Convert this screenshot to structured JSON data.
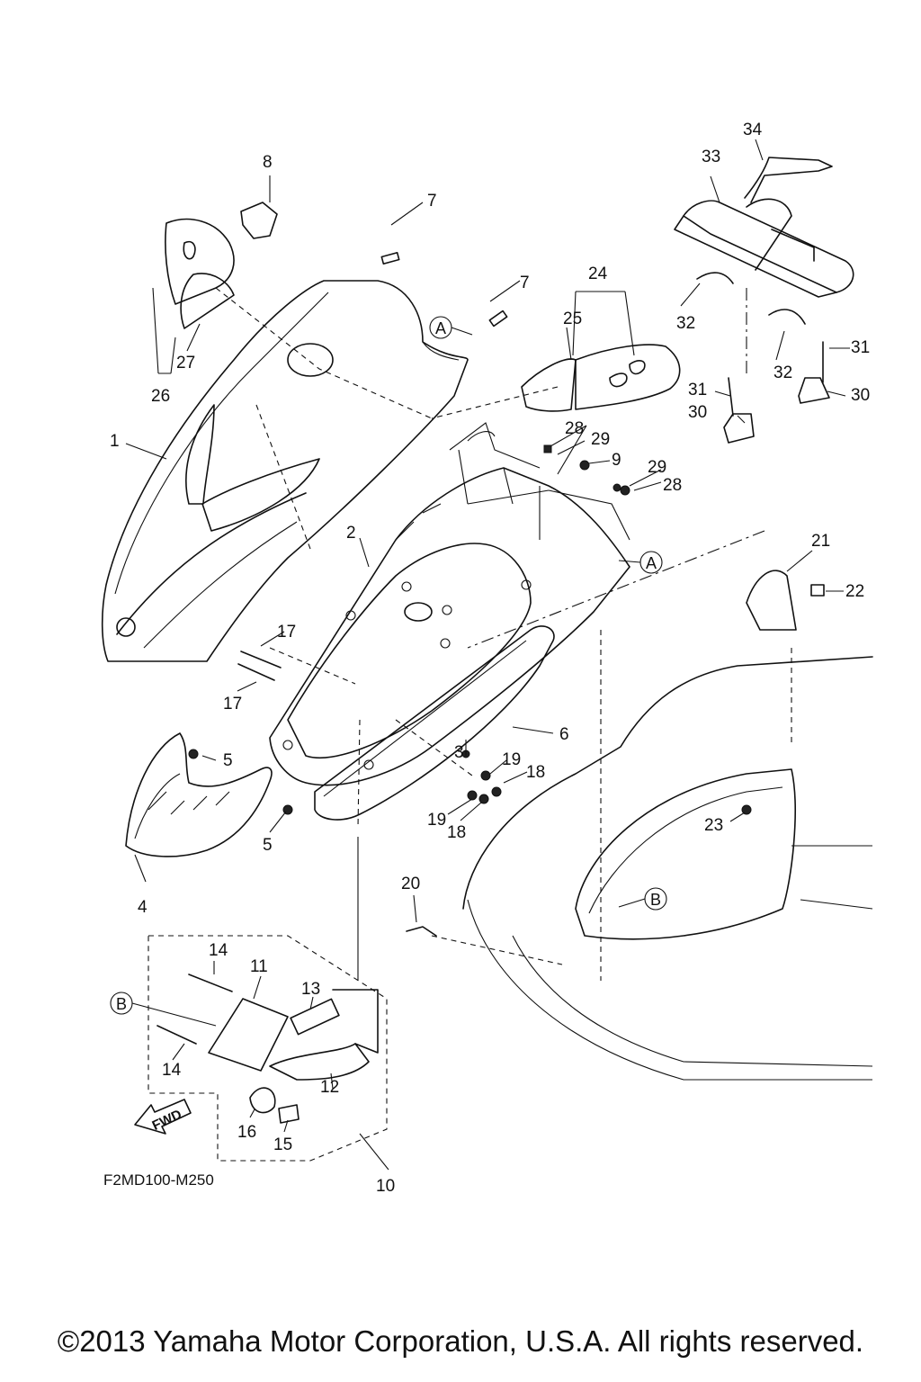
{
  "callouts": {
    "c1": "1",
    "c2": "2",
    "c3": "3",
    "c4": "4",
    "c5a": "5",
    "c5b": "5",
    "c6": "6",
    "c7a": "7",
    "c7b": "7",
    "c8": "8",
    "c9": "9",
    "c10": "10",
    "c11": "11",
    "c12": "12",
    "c13": "13",
    "c14a": "14",
    "c14b": "14",
    "c15": "15",
    "c16": "16",
    "c17a": "17",
    "c17b": "17",
    "c18a": "18",
    "c18b": "18",
    "c19a": "19",
    "c19b": "19",
    "c20": "20",
    "c21": "21",
    "c22": "22",
    "c23": "23",
    "c24": "24",
    "c25": "25",
    "c26": "26",
    "c27": "27",
    "c28a": "28",
    "c28b": "28",
    "c29a": "29",
    "c29b": "29",
    "c30a": "30",
    "c30b": "30",
    "c31a": "31",
    "c31b": "31",
    "c32a": "32",
    "c32b": "32",
    "c33": "33",
    "c34": "34"
  },
  "refs": {
    "a": "A",
    "b": "B"
  },
  "fwd_label": "FWD",
  "drawing_code": "F2MD100-M250",
  "copyright": "©2013 Yamaha Motor Corporation, U.S.A. All rights reserved."
}
